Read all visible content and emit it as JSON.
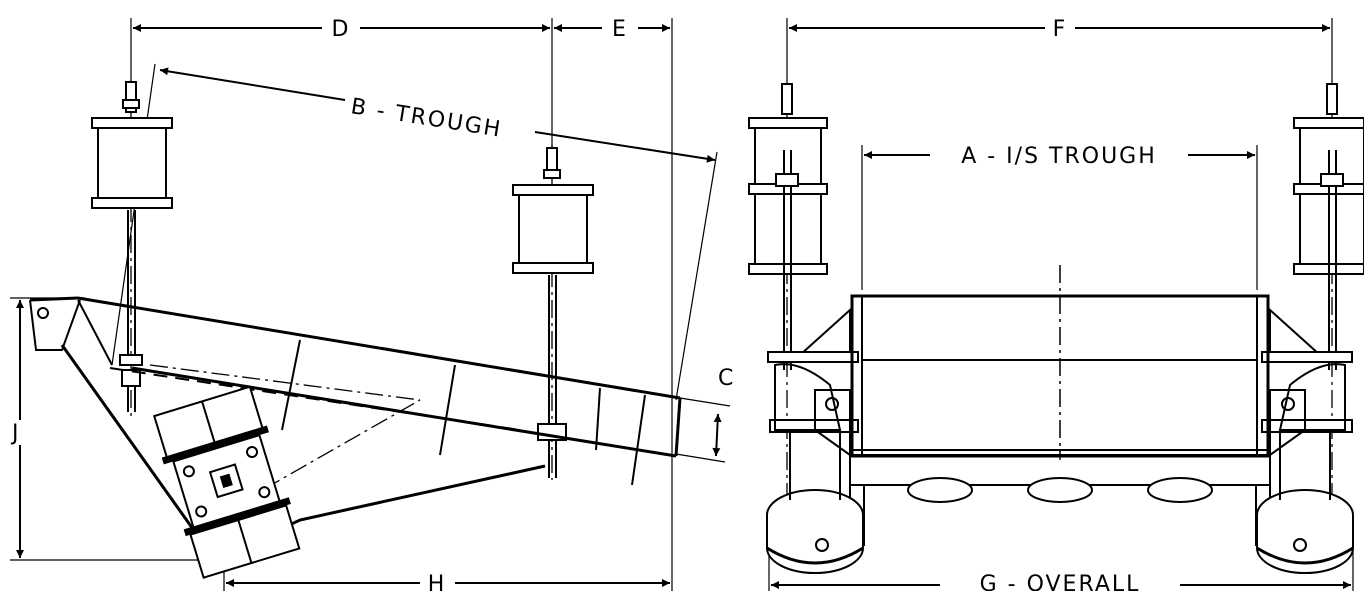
{
  "dimensions": {
    "a": "A - I/S TROUGH",
    "b": "B - TROUGH",
    "c": "C",
    "d": "D",
    "e": "E",
    "f": "F",
    "g": "G - OVERALL",
    "h": "H",
    "j": "J"
  }
}
